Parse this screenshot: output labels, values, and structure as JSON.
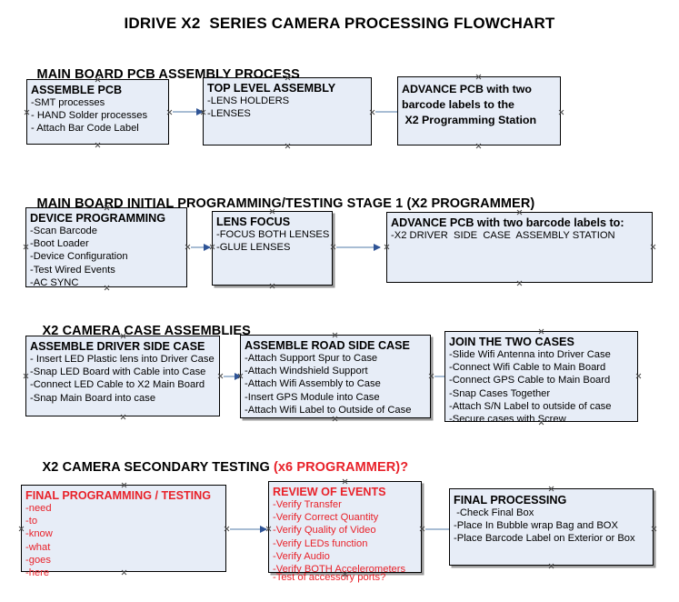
{
  "title": "IDRIVE X2  SERIES CAMERA PROCESSING FLOWCHART",
  "colors": {
    "box_fill": "#e7edf7",
    "box_border": "#000000",
    "arrow_line": "#a8bdd4",
    "arrow_head": "#2f5496",
    "red_text": "#e8222a",
    "black_text": "#000000",
    "background": "#ffffff"
  },
  "sections": [
    {
      "heading": "MAIN BOARD PCB ASSEMBLY PROCESS",
      "heading_red": "",
      "nodes": [
        {
          "title": "ASSEMBLE PCB",
          "lines": [
            "-SMT processes",
            "- HAND Solder processes",
            "- Attach Bar Code Label"
          ]
        },
        {
          "title": "TOP LEVEL ASSEMBLY",
          "lines": [
            "-LENS HOLDERS",
            "-LENSES"
          ]
        },
        {
          "title": "",
          "lines": [
            "ADVANCE PCB with two",
            "barcode labels to the",
            " X2 Programming Station"
          ]
        }
      ]
    },
    {
      "heading": "MAIN BOARD INITIAL PROGRAMMING/TESTING STAGE 1 (X2 PROGRAMMER)",
      "heading_red": "",
      "nodes": [
        {
          "title": "DEVICE PROGRAMMING",
          "lines": [
            "-Scan Barcode",
            "-Boot Loader",
            "-Device Configuration",
            "-Test Wired Events",
            "-AC SYNC"
          ]
        },
        {
          "title": "LENS FOCUS",
          "lines": [
            "-FOCUS BOTH LENSES",
            "-GLUE LENSES"
          ]
        },
        {
          "title": "ADVANCE PCB with two barcode labels to:",
          "lines": [
            "-X2 DRIVER  SIDE  CASE  ASSEMBLY STATION"
          ]
        }
      ]
    },
    {
      "heading": "X2 CAMERA CASE ASSEMBLIES",
      "heading_red": "",
      "nodes": [
        {
          "title": "ASSEMBLE DRIVER SIDE CASE",
          "lines": [
            "- Insert LED Plastic lens into Driver Case",
            "-Snap LED Board with Cable into Case",
            "-Connect LED Cable to X2 Main Board",
            "-Snap Main Board into case"
          ]
        },
        {
          "title": "ASSEMBLE ROAD SIDE CASE",
          "lines": [
            "-Attach Support Spur to Case",
            "-Attach Windshield Support",
            "-Attach Wifi Assembly to Case",
            "-Insert GPS Module into Case",
            "-Attach Wifi Label to Outside of Case"
          ]
        },
        {
          "title": "JOIN THE TWO CASES",
          "lines": [
            "-Slide Wifi Antenna into Driver Case",
            "-Connect Wifi Cable to Main Board",
            "-Connect GPS Cable to Main Board",
            "-Snap Cases Together",
            "-Attach S/N Label to outside of case",
            "-Secure cases with Screw"
          ]
        }
      ]
    },
    {
      "heading": "X2 CAMERA SECONDARY TESTING ",
      "heading_red": "(x6 PROGRAMMER)?",
      "nodes": [
        {
          "title": "FINAL PROGRAMMING / TESTING",
          "lines": [
            "-need",
            "-to",
            "-know",
            "-what",
            "-goes",
            "-here"
          ]
        },
        {
          "title": "REVIEW OF EVENTS",
          "lines": [
            "-Verify Transfer",
            "-Verify Correct Quantity",
            "-Verify Quality of Video",
            "-Verify LEDs function",
            "-Verify Audio",
            "-Verify BOTH Accelerometers"
          ],
          "overflow_line": "-Test of accessory ports?"
        },
        {
          "title": "FINAL PROCESSING",
          "lines": [
            " -Check Final Box",
            "-Place In Bubble wrap Bag and BOX",
            "-Place Barcode Label on Exterior or Box"
          ]
        }
      ]
    }
  ]
}
